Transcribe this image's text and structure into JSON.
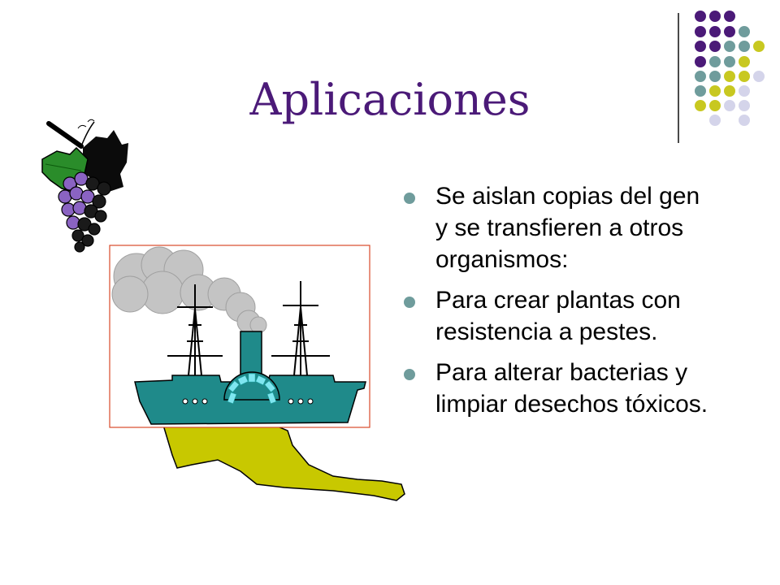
{
  "slide": {
    "title": "Aplicaciones",
    "bullets": [
      "Se aislan copias del gen y se transfieren a otros organismos:",
      "Para crear plantas con resistencia a pestes.",
      "Para alterar bacterias y limpiar desechos tóxicos."
    ]
  },
  "theme": {
    "title_color": "#4b1a78",
    "bullet_color": "#6f9c9c",
    "dot_colors": [
      "#4b1a78",
      "#6f9c9c",
      "#c8c820",
      "#d4d4ea"
    ]
  },
  "icons": {
    "grapes": "grapes-clipart",
    "ship": "steamship-clipart",
    "spill": "oil-spill-clipart"
  }
}
